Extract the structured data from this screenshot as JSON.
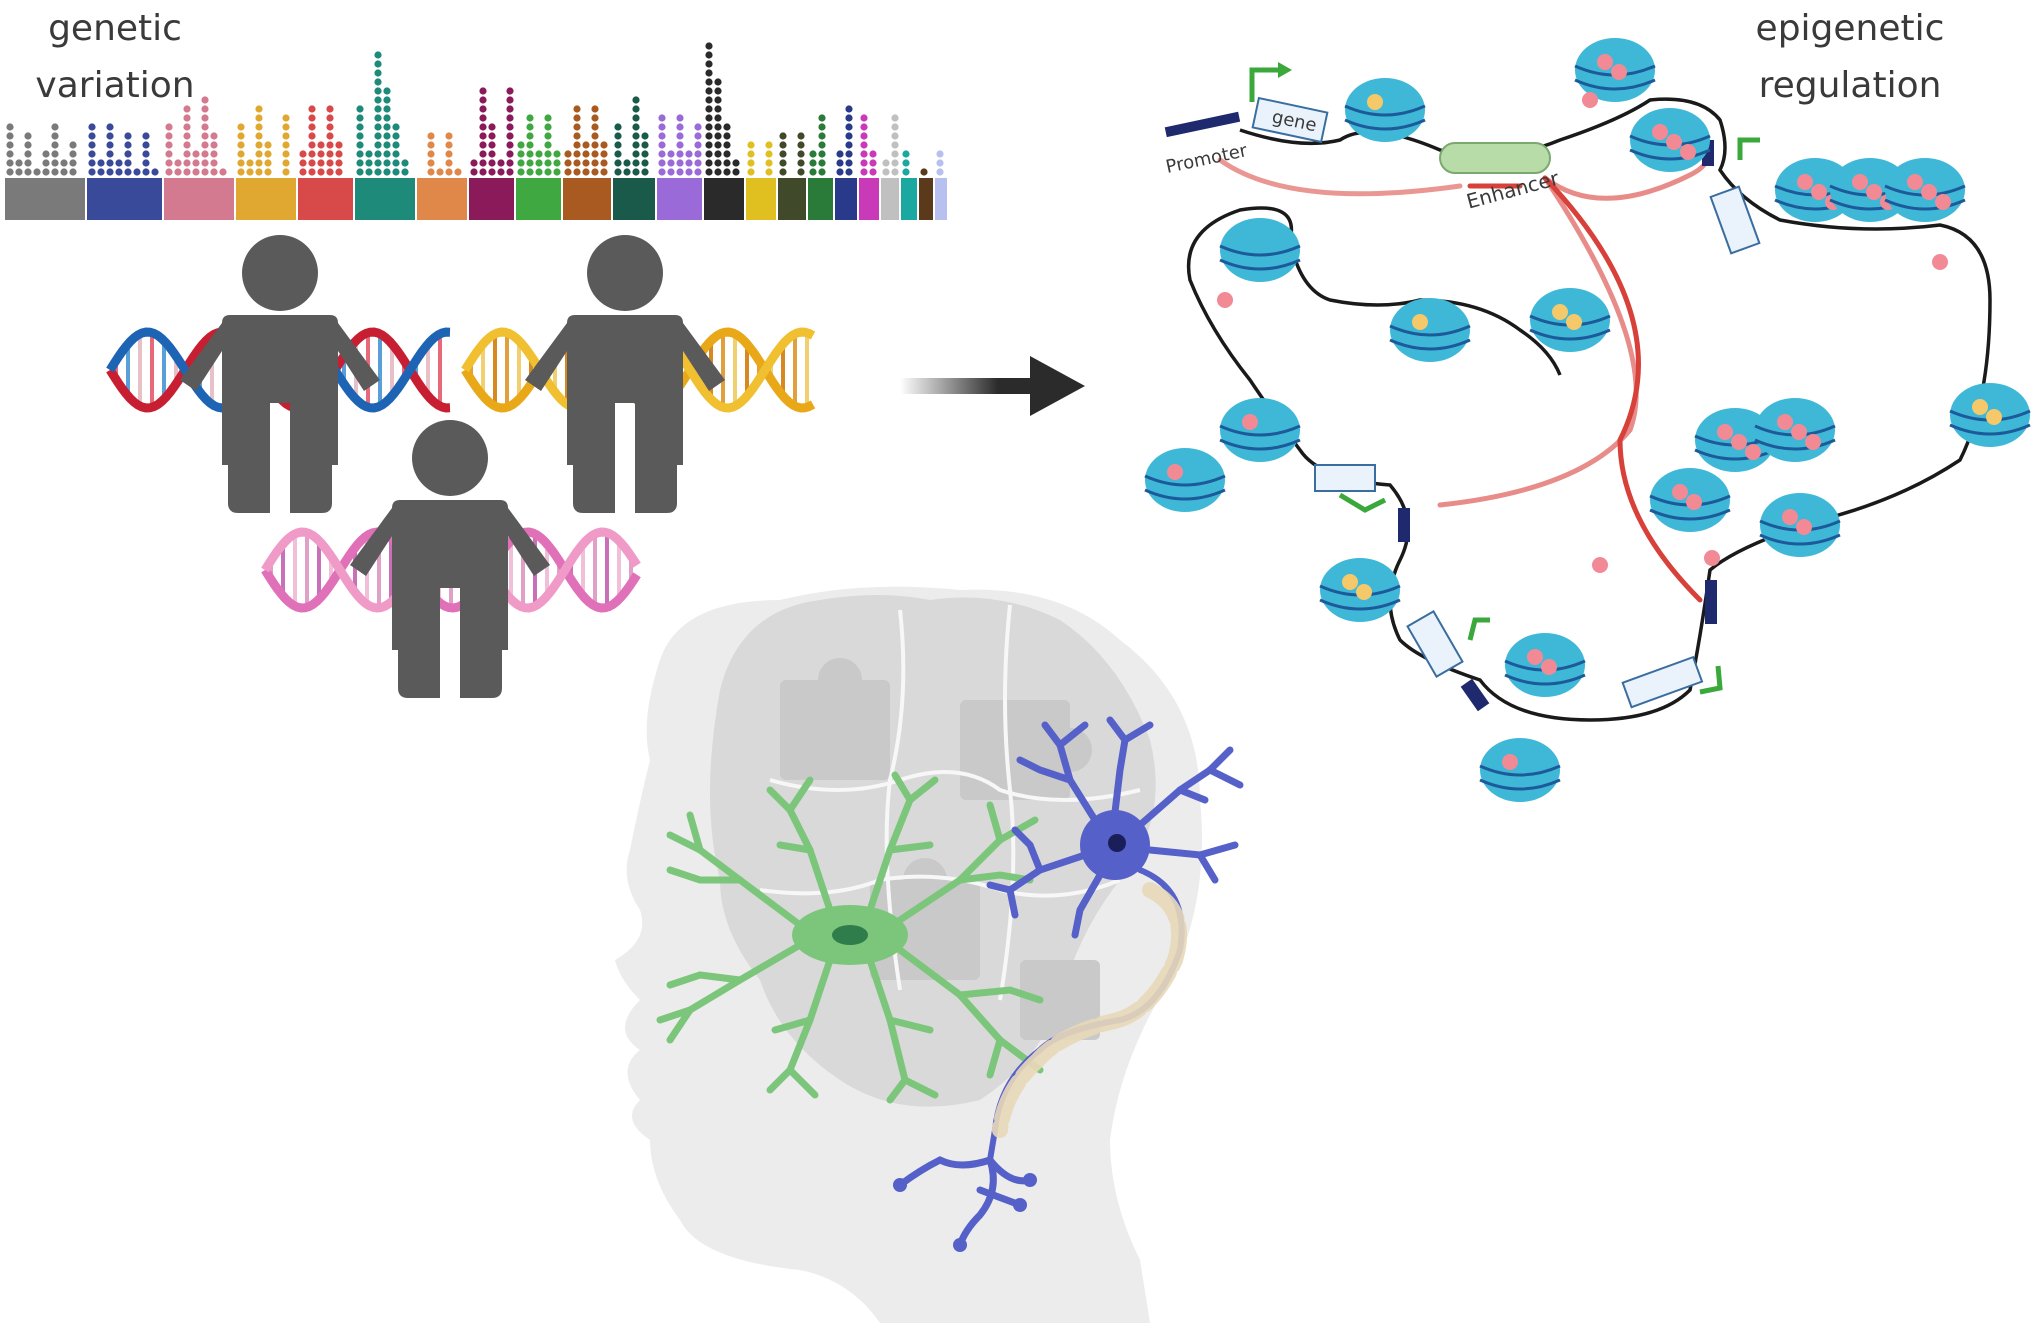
{
  "labels": {
    "genetic_line1": "genetic",
    "genetic_line2": "variation",
    "epigenetic_line1": "epigenetic",
    "epigenetic_line2": "regulation",
    "promoter": "Promoter",
    "gene": "gene",
    "enhancer": "Enhancer"
  },
  "colors": {
    "person": "#5a5a5a",
    "nucleosome": "#3fb8d8",
    "histone_mark_pink": "#f28a96",
    "histone_mark_yellow": "#f5c96a",
    "loop_red": "#d8403a",
    "promoter_green": "#3aa83a",
    "neuron_green": "#7cc67c",
    "neuron_blue": "#5560c8",
    "head": "#eeeeee",
    "brain": "#dcdcdc"
  },
  "icons": [
    "manhattan-plot",
    "person-icon",
    "dna-helix",
    "arrow-right",
    "chromatin-loop",
    "nucleosome",
    "head-silhouette",
    "puzzle-brain",
    "neuron"
  ]
}
